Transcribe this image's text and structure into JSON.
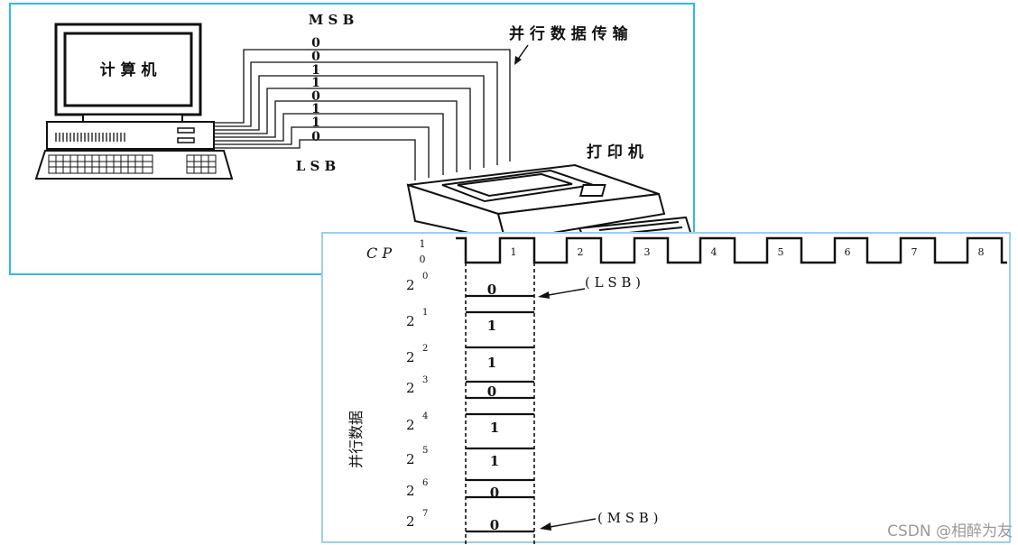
{
  "top": {
    "computer_label": "计 算 机",
    "printer_label": "打 印 机",
    "parallel_label": "并 行 数 据 传 输",
    "msb_label": "M S B",
    "lsb_label": "L S B",
    "bits": [
      "0",
      "0",
      "1",
      "1",
      "0",
      "1",
      "1",
      "0"
    ]
  },
  "bottom": {
    "cp_label": "C P",
    "cp_high": "1",
    "cp_low": "0",
    "pulse_numbers": [
      "1",
      "2",
      "3",
      "4",
      "5",
      "6",
      "7",
      "8"
    ],
    "powers": [
      "0",
      "1",
      "2",
      "3",
      "4",
      "5",
      "6",
      "7"
    ],
    "base": "2",
    "bits": [
      "0",
      "1",
      "1",
      "0",
      "1",
      "1",
      "0",
      "0"
    ],
    "lsb_annotation": "( L S B )",
    "msb_annotation": "( M S B )",
    "vertical_label": "并行数据"
  },
  "watermark": "CSDN @相醉为友"
}
